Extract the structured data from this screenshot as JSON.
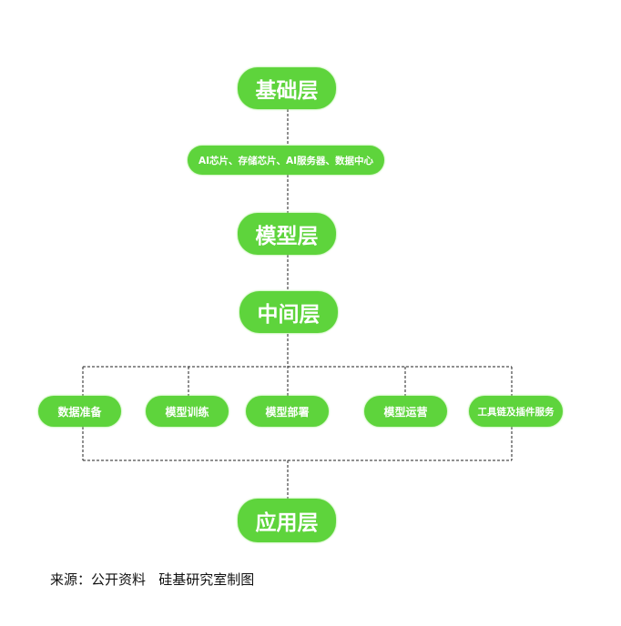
{
  "layers": {
    "foundation": "基础层",
    "foundation_detail": "AI芯片、存储芯片、AI服务器、数据中心",
    "model": "模型层",
    "middle": "中间层",
    "application": "应用层"
  },
  "middle_items": [
    "数据准备",
    "模型训练",
    "模型部署",
    "模型运营",
    "工具链及插件服务"
  ],
  "footer": "来源：公开资料   硅基研究室制图",
  "colors": {
    "pill": "#5ed43c",
    "line": "#222222"
  }
}
